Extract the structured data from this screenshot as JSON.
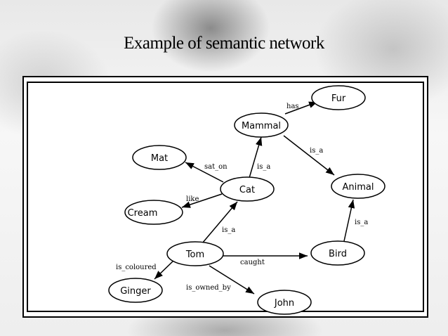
{
  "title": "Example of semantic network",
  "nodes": {
    "fur": "Fur",
    "mammal": "Mammal",
    "mat": "Mat",
    "cat": "Cat",
    "animal": "Animal",
    "cream": "Cream",
    "tom": "Tom",
    "bird": "Bird",
    "ginger": "Ginger",
    "john": "John"
  },
  "edges": {
    "mammal_fur": "has",
    "mammal_animal": "is_a",
    "cat_mat": "sat_on",
    "cat_mammal": "is_a",
    "cat_cream": "like",
    "tom_cat": "is_a",
    "bird_animal": "is_a",
    "tom_bird": "caught",
    "tom_ginger": "is_coloured",
    "tom_john": "is_owned_by"
  }
}
